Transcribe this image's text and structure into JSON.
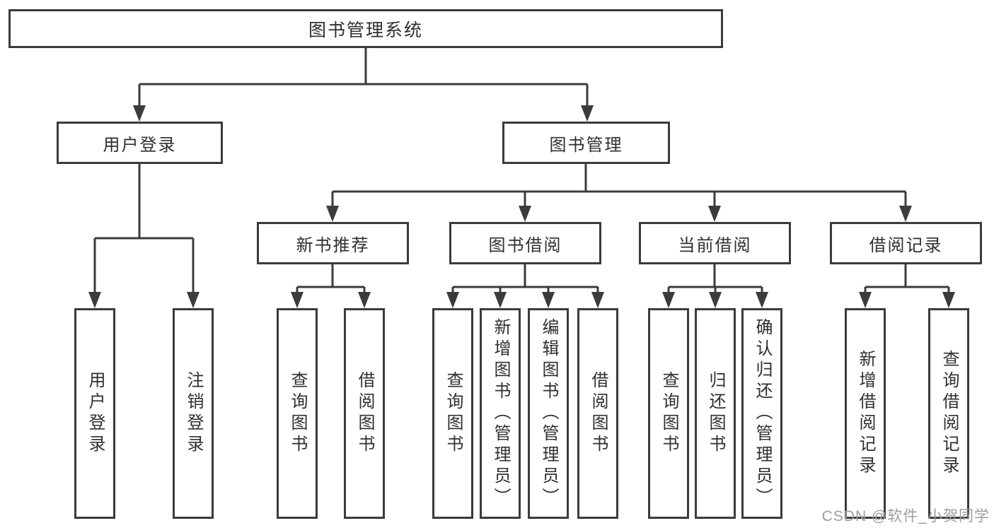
{
  "tree": {
    "label": "图书管理系统",
    "children": [
      {
        "label": "用户登录",
        "children": [
          {
            "label": "用户登录"
          },
          {
            "label": "注销登录"
          }
        ]
      },
      {
        "label": "图书管理",
        "children": [
          {
            "label": "新书推荐",
            "children": [
              {
                "label": "查询图书"
              },
              {
                "label": "借阅图书"
              }
            ]
          },
          {
            "label": "图书借阅",
            "children": [
              {
                "label": "查询图书"
              },
              {
                "label": "新增图书（管理员）"
              },
              {
                "label": "编辑图书（管理员）"
              },
              {
                "label": "借阅图书"
              }
            ]
          },
          {
            "label": "当前借阅",
            "children": [
              {
                "label": "查询图书"
              },
              {
                "label": "归还图书"
              },
              {
                "label": "确认归还（管理员）"
              }
            ]
          },
          {
            "label": "借阅记录",
            "children": [
              {
                "label": "新增借阅记录"
              },
              {
                "label": "查询借阅记录"
              }
            ]
          }
        ]
      }
    ]
  },
  "watermark": {
    "text": "CSDN @软件_小贺同学"
  },
  "colors": {
    "line": "#3b3b3b",
    "box_border": "#3b3b3b",
    "text": "#2f2f2f",
    "watermark": "#9e9e9e",
    "background": "#ffffff"
  }
}
